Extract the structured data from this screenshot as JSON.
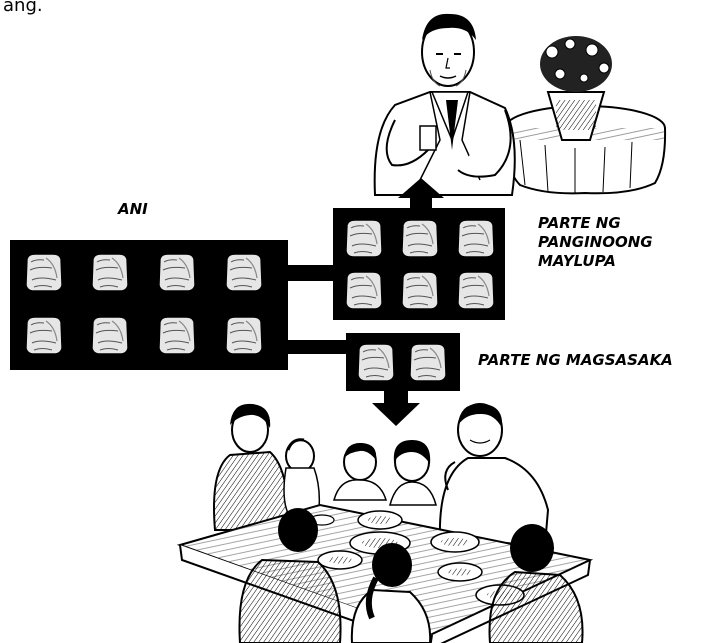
{
  "top_fragment": "ang.",
  "labels": {
    "harvest": "ANI",
    "landlord_share": [
      "PARTE NG",
      "PANGINOONG",
      "MAYLUPA"
    ],
    "farmer_share": "PARTE NG MAGSASAKA"
  },
  "harvest_bag_count": 8,
  "landlord_bag_count": 6,
  "farmer_bag_count": 2,
  "colors": {
    "ink": "#000000",
    "paper": "#ffffff",
    "bag_fill": "#e6e6e6"
  }
}
